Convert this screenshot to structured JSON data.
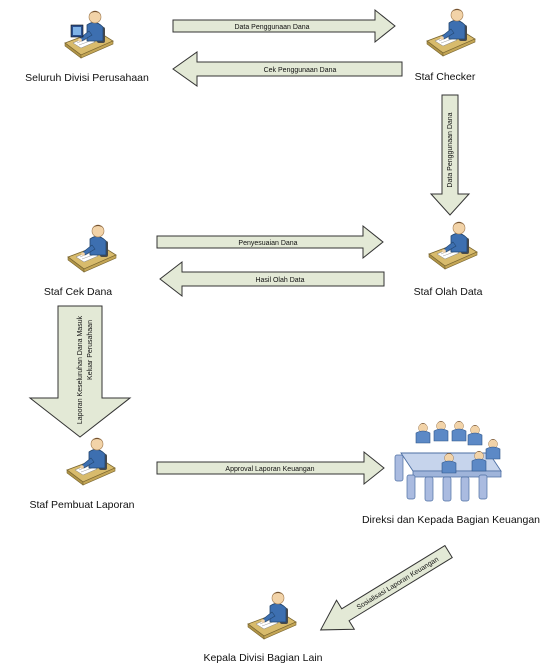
{
  "nodes": {
    "seluruh_divisi": "Seluruh Divisi Perusahaan",
    "staf_checker": "Staf Checker",
    "staf_cek_dana": "Staf Cek Dana",
    "staf_olah_data": "Staf Olah Data",
    "staf_pembuat_laporan": "Staf Pembuat Laporan",
    "direksi": "Direksi dan Kepada Bagian Keuangan",
    "kepala_divisi": "Kepala Divisi Bagian Lain"
  },
  "arrows": {
    "data_penggunaan_dana": "Data Penggunaan Dana",
    "cek_penggunaan_dana": "Cek Penggunaan Dana",
    "data_penggunaan_dana_down": "Data Penggunaan Dana",
    "penyesuaian_dana": "Penyesuaian Dana",
    "hasil_olah_data": "Hasil Olah Data",
    "laporan_line1": "Laporan Keseluruhan Dana Masuk",
    "laporan_line2": "Keluar Perusahaan",
    "approval": "Approval Laporan Keuangan",
    "sosialisasi": "Sosialisasi Laporan Keuangan"
  },
  "colors": {
    "arrow_fill": "#e3e9d6",
    "arrow_stroke": "#333333",
    "person_shirt": "#3d6fb0",
    "person_skin": "#f2d3a8",
    "desk": "#d6b86a",
    "table": "#b9c8e3"
  },
  "icons": {
    "worker": "person-at-desk-icon",
    "meeting": "meeting-table-icon"
  }
}
